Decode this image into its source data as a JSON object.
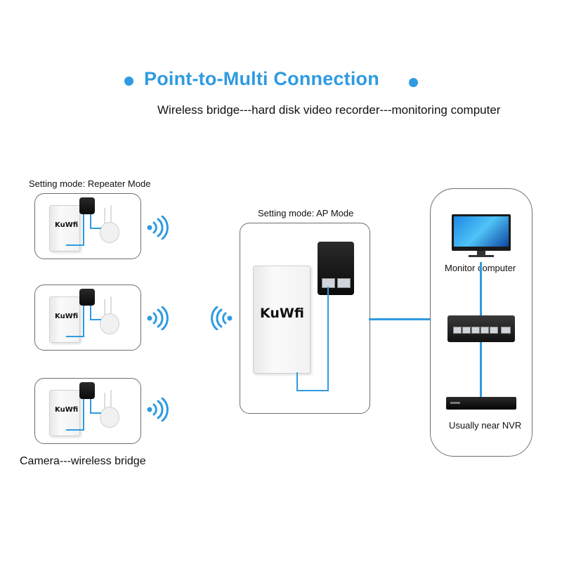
{
  "header": {
    "title": "Point-to-Multi Connection",
    "subtitle": "Wireless bridge---hard disk video recorder---monitoring computer"
  },
  "left_group": {
    "mode_label": "Setting mode: Repeater Mode",
    "brand": "KuWfi",
    "caption": "Camera---wireless bridge"
  },
  "center_group": {
    "mode_label": "Setting mode: AP Mode",
    "brand": "KuWfi"
  },
  "right_group": {
    "monitor_label": "Monitor computer",
    "nvr_label": "Usually near NVR"
  },
  "colors": {
    "accent": "#2f9be0",
    "border": "#6f6f6f"
  },
  "icons": [
    "wifi-signal-icon",
    "monitor-icon",
    "network-switch-icon",
    "nvr-icon",
    "ip-camera-icon",
    "poe-injector-icon"
  ]
}
